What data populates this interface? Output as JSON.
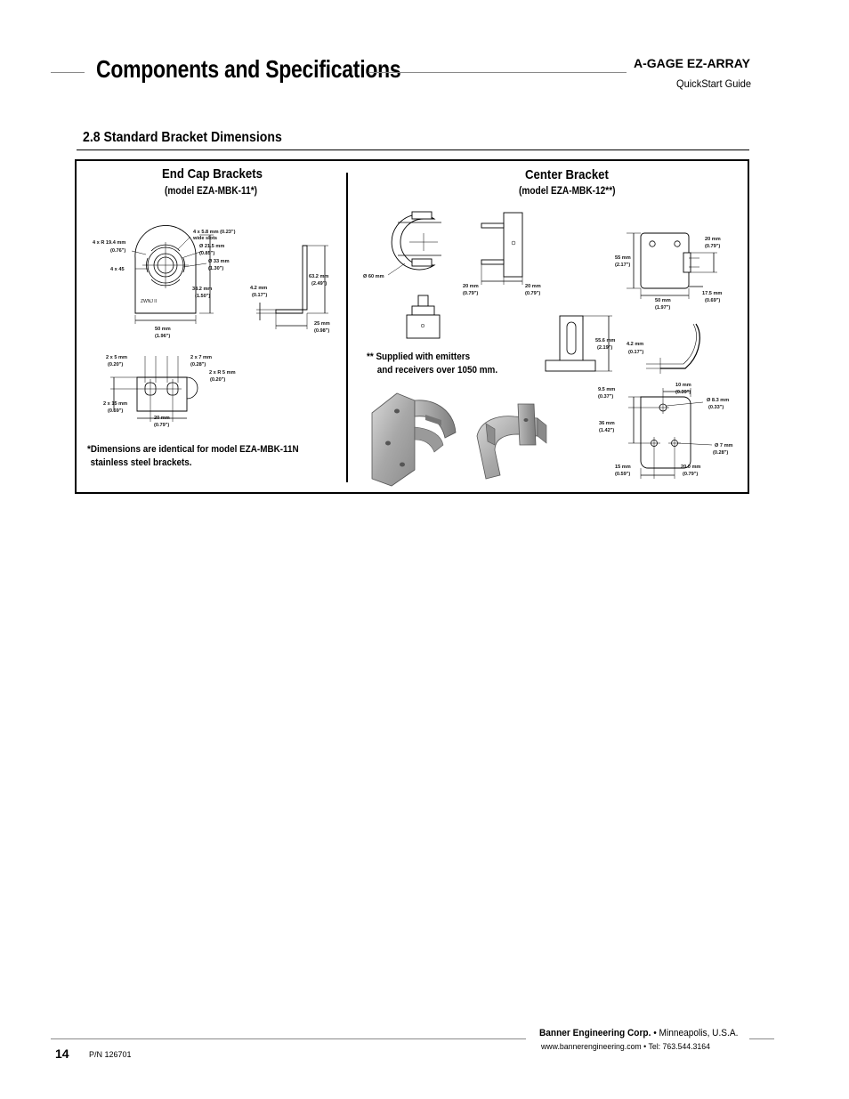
{
  "header": {
    "title": "Components and Specifications",
    "product": "A-GAGE EZ-ARRAY",
    "guide": "QuickStart Guide"
  },
  "section": {
    "title": "2.8  Standard Bracket Dimensions"
  },
  "end_cap": {
    "heading": "End Cap Brackets",
    "model": "(model EZA-MBK-11*)",
    "footnote_line1": "*Dimensions are identical for model EZA-MBK-11N",
    "footnote_line2": "stainless steel brackets.",
    "dims": {
      "r19": "4 x R 19.4 mm",
      "r19_in": "(0.76\")",
      "ang45": "4 x 45",
      "slots": "4 x 5.8 mm (0.23\")",
      "slots2": "wide slots",
      "d215": "Ø 21.5 mm",
      "d215_in": "(0.85\")",
      "d33": "Ø 33 mm",
      "d33_in": "(1.30\")",
      "h382": "38.2 mm",
      "h382_in": "(1.50\")",
      "w50": "50 mm",
      "w50_in": "(1.96\")",
      "t42": "4.2 mm",
      "t42_in": "(0.17\")",
      "h632": "63.2 mm",
      "h632_in": "(2.49\")",
      "w25": "25 mm",
      "w25_in": "(0.98\")",
      "s5": "2 x 5 mm",
      "s5_in": "(0.20\")",
      "s7": "2 x 7 mm",
      "s7_in": "(0.28\")",
      "r5": "2 x R 5 mm",
      "r5_in": "(0.20\")",
      "s15": "2 x 15 mm",
      "s15_in": "(0.59\")",
      "w20": "20 mm",
      "w20_in": "(0.79\")"
    }
  },
  "center": {
    "heading": "Center Bracket",
    "model": "(model EZA-MBK-12**)",
    "note_line1": "** Supplied with emitters",
    "note_line2": "and receivers over 1050 mm.",
    "dims": {
      "d60": "Ø 60 mm",
      "a20": "20 mm",
      "a20_in": "(0.79\")",
      "b20": "20 mm",
      "b20_in": "(0.79\")",
      "h55": "55 mm",
      "h55_in": "(2.17\")",
      "c20": "20 mm",
      "c20_in": "(0.79\")",
      "w50": "50 mm",
      "w50_in": "(1.97\")",
      "w175": "17.5 mm",
      "w175_in": "(0.69\")",
      "h556": "55.6 mm",
      "h556_in": "(2.19\")",
      "t42": "4.2 mm",
      "t42_in": "(0.17\")",
      "h95": "9.5 mm",
      "h95_in": "(0.37\")",
      "w10": "10 mm",
      "w10_in": "(0.39\")",
      "d83": "Ø 8.3 mm",
      "d83_in": "(0.33\")",
      "h36": "36 mm",
      "h36_in": "(1.42\")",
      "d7": "Ø 7 mm",
      "d7_in": "(0.28\")",
      "w15": "15 mm",
      "w15_in": "(0.59\")",
      "w200": "20.0 mm",
      "w200_in": "(0.79\")"
    }
  },
  "footer": {
    "company": "Banner Engineering Corp.",
    "location": " • Minneapolis, U.S.A.",
    "web": "www.bannerengineering.com  •  Tel: 763.544.3164",
    "page": "14",
    "part_number": "P/N 126701"
  }
}
